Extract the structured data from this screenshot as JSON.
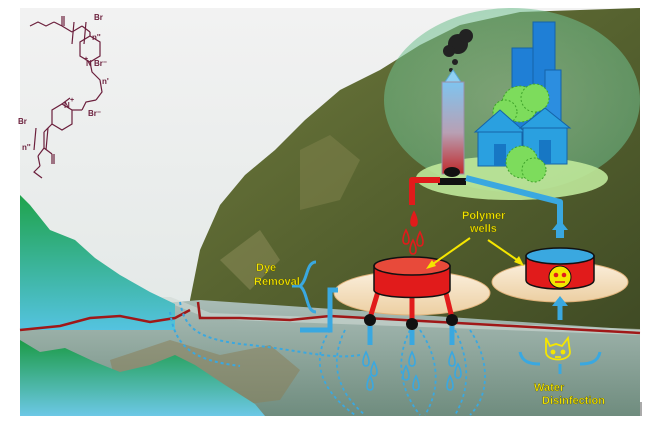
{
  "labels": {
    "polymer": "Polymer",
    "wells": "wells",
    "dye": "Dye",
    "removal": "Removal",
    "water": "Water",
    "disinfection": "Disinfection"
  },
  "chem": {
    "br_top": "Br",
    "br_minus_top": "Br⁻",
    "n2_top": "n''",
    "n1_top": "n'",
    "n_plus_top": "N",
    "plus_top": "+",
    "br_left": "Br",
    "n_plus_bot": "N",
    "plus_bot": "+",
    "br_minus_bot": "Br⁻",
    "n2_bot": "n''"
  },
  "colors": {
    "label_yellow": "#f5e600",
    "pipe_blue": "#3aa8e0",
    "pipe_red": "#e11b1b",
    "chem_maroon": "#6b1f3c",
    "river_line": "#a01818",
    "hill_green": "#2fae5a",
    "hill_teal": "#5bc4d8",
    "forest_dark": "#4e5a2c"
  }
}
